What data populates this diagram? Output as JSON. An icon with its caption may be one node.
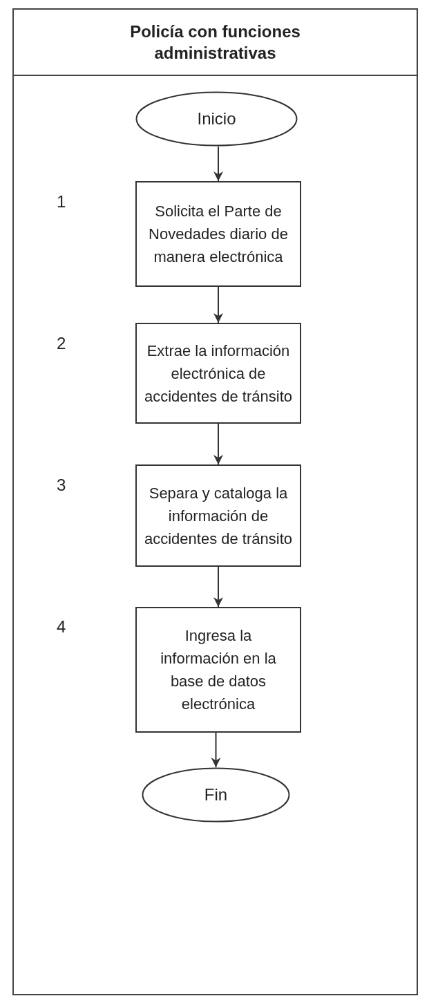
{
  "diagram": {
    "nodes": [
      {
        "text": [
          "Policía con funciones administrativas"
        ]
      },
      {
        "text": [
          "Inicio"
        ],
        "in": 0
      },
      {
        "text": [
          "Solicita el Parte de Novedades diario de manera electrónica"
        ],
        "in": 0
      },
      {
        "text": [
          "Extrae la información electrónica de accidentes de tránsito"
        ],
        "in": 0
      },
      {
        "text": [
          "Separa y cataloga la información de accidentes de tránsito"
        ],
        "in": 0
      },
      {
        "text": [
          "Ingresa la información en la base de datos electrónica"
        ],
        "in": 0
      },
      {
        "text": [
          "Fin"
        ],
        "in": 0
      }
    ],
    "edges": [
      {
        "from": 1,
        "to": 2,
        "arrow": "to"
      },
      {
        "from": 2,
        "to": 3,
        "arrow": "to"
      },
      {
        "from": 3,
        "to": 4,
        "arrow": "to"
      },
      {
        "from": 4,
        "to": 5,
        "arrow": "to"
      },
      {
        "from": 5,
        "to": 6,
        "arrow": "to"
      }
    ],
    "labels": [
      "1",
      "2",
      "3",
      "4"
    ]
  }
}
